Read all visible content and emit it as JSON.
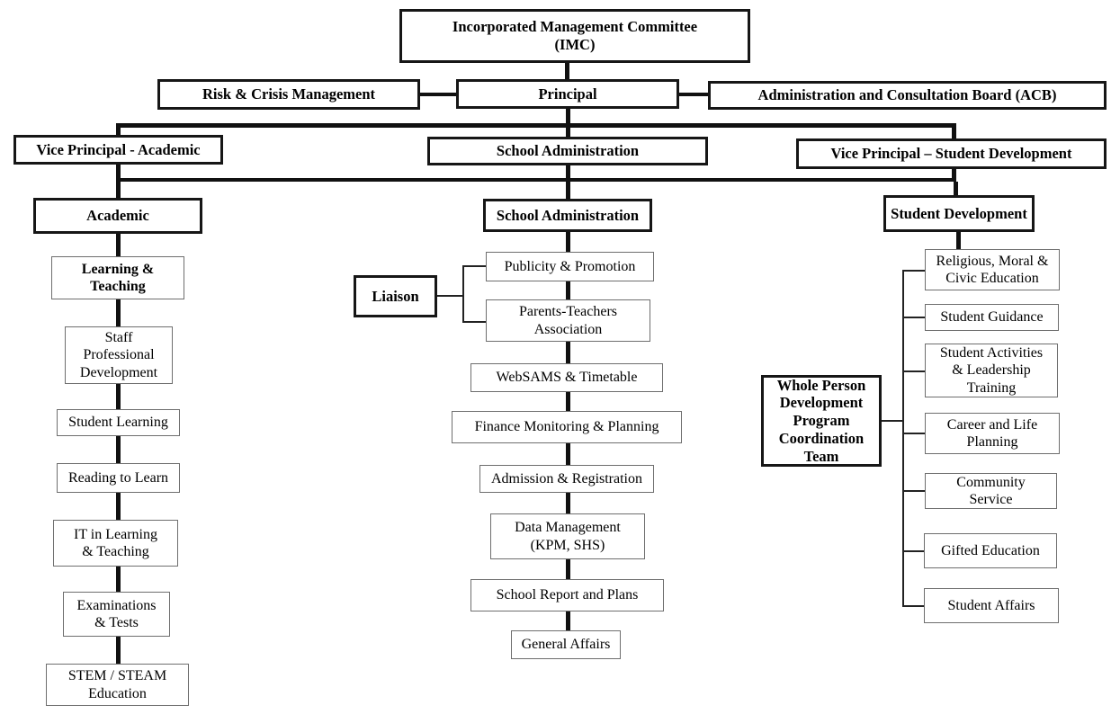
{
  "org_chart": {
    "top": {
      "imc": "Incorporated Management Committee\n(IMC)"
    },
    "executive_row": {
      "risk_crisis": "Risk & Crisis Management",
      "principal": "Principal",
      "acb": "Administration and Consultation Board (ACB)"
    },
    "vp_row": {
      "vp_academic": "Vice Principal - Academic",
      "school_administration": "School Administration",
      "vp_student_development": "Vice Principal – Student Development"
    },
    "academic_column": {
      "header": "Academic",
      "items": [
        "Learning &\nTeaching",
        "Staff\nProfessional\nDevelopment",
        "Student Learning",
        "Reading to Learn",
        "IT in Learning\n& Teaching",
        "Examinations\n& Tests",
        "STEM / STEAM\nEducation"
      ]
    },
    "school_admin_column": {
      "header": "School Administration",
      "liaison": "Liaison",
      "items": [
        "Publicity & Promotion",
        "Parents-Teachers\nAssociation",
        "WebSAMS & Timetable",
        "Finance Monitoring & Planning",
        "Admission & Registration",
        "Data Management\n(KPM, SHS)",
        "School Report and Plans",
        "General Affairs"
      ]
    },
    "student_dev_column": {
      "header": "Student Development",
      "coordination_team": "Whole Person\nDevelopment\nProgram\nCoordination\nTeam",
      "items": [
        "Religious, Moral &\nCivic Education",
        "Student Guidance",
        "Student Activities\n& Leadership\nTraining",
        "Career and Life\nPlanning",
        "Community\nService",
        "Gifted Education",
        "Student Affairs"
      ]
    },
    "colors": {
      "line": "#111111",
      "thick_border": "#161616",
      "thin_border": "#6e6e6e",
      "background": "#ffffff"
    }
  }
}
